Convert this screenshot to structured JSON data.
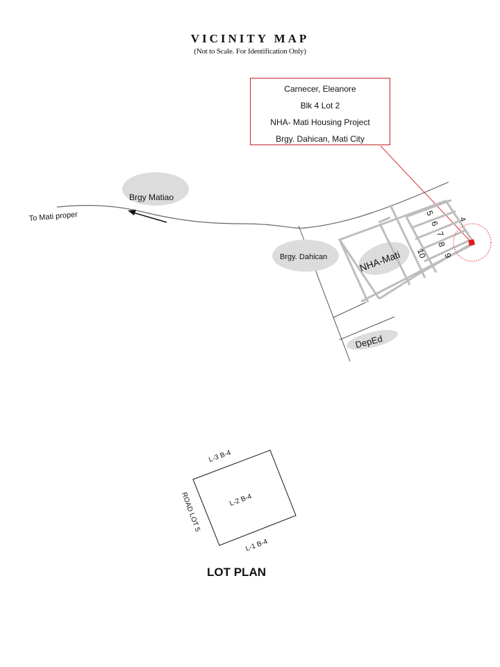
{
  "header": {
    "title": "VICINITY MAP",
    "subtitle": "(Not to Scale. For Identification  Only)"
  },
  "callout": {
    "lines": [
      "Carnecer, Eleanore",
      "Blk  4 Lot  2",
      "NHA- Mati Housing Project",
      "Brgy. Dahican, Mati City"
    ],
    "border_color": "#c0272d"
  },
  "map": {
    "direction_label": "To Mati proper",
    "direction_icon": "arrow-left-icon",
    "landmarks": {
      "matiao": "Brgy Matiao",
      "dahican": "Brgy. Dahican",
      "nha": "NHA-Mati",
      "deped": "DepEd"
    },
    "lot_numbers": [
      "4",
      "5",
      "6",
      "7",
      "8",
      "9",
      "10"
    ],
    "marker_color": "#e01b1b",
    "road_color": "#bdbdbd",
    "landmark_fill": "#dcdcdc"
  },
  "lot_plan": {
    "title": "LOT PLAN",
    "center_label": "L-2 B-4",
    "top_label": "L-3 B-4",
    "bottom_label": "L-1 B-4",
    "left_label": "ROAD LOT 5"
  }
}
